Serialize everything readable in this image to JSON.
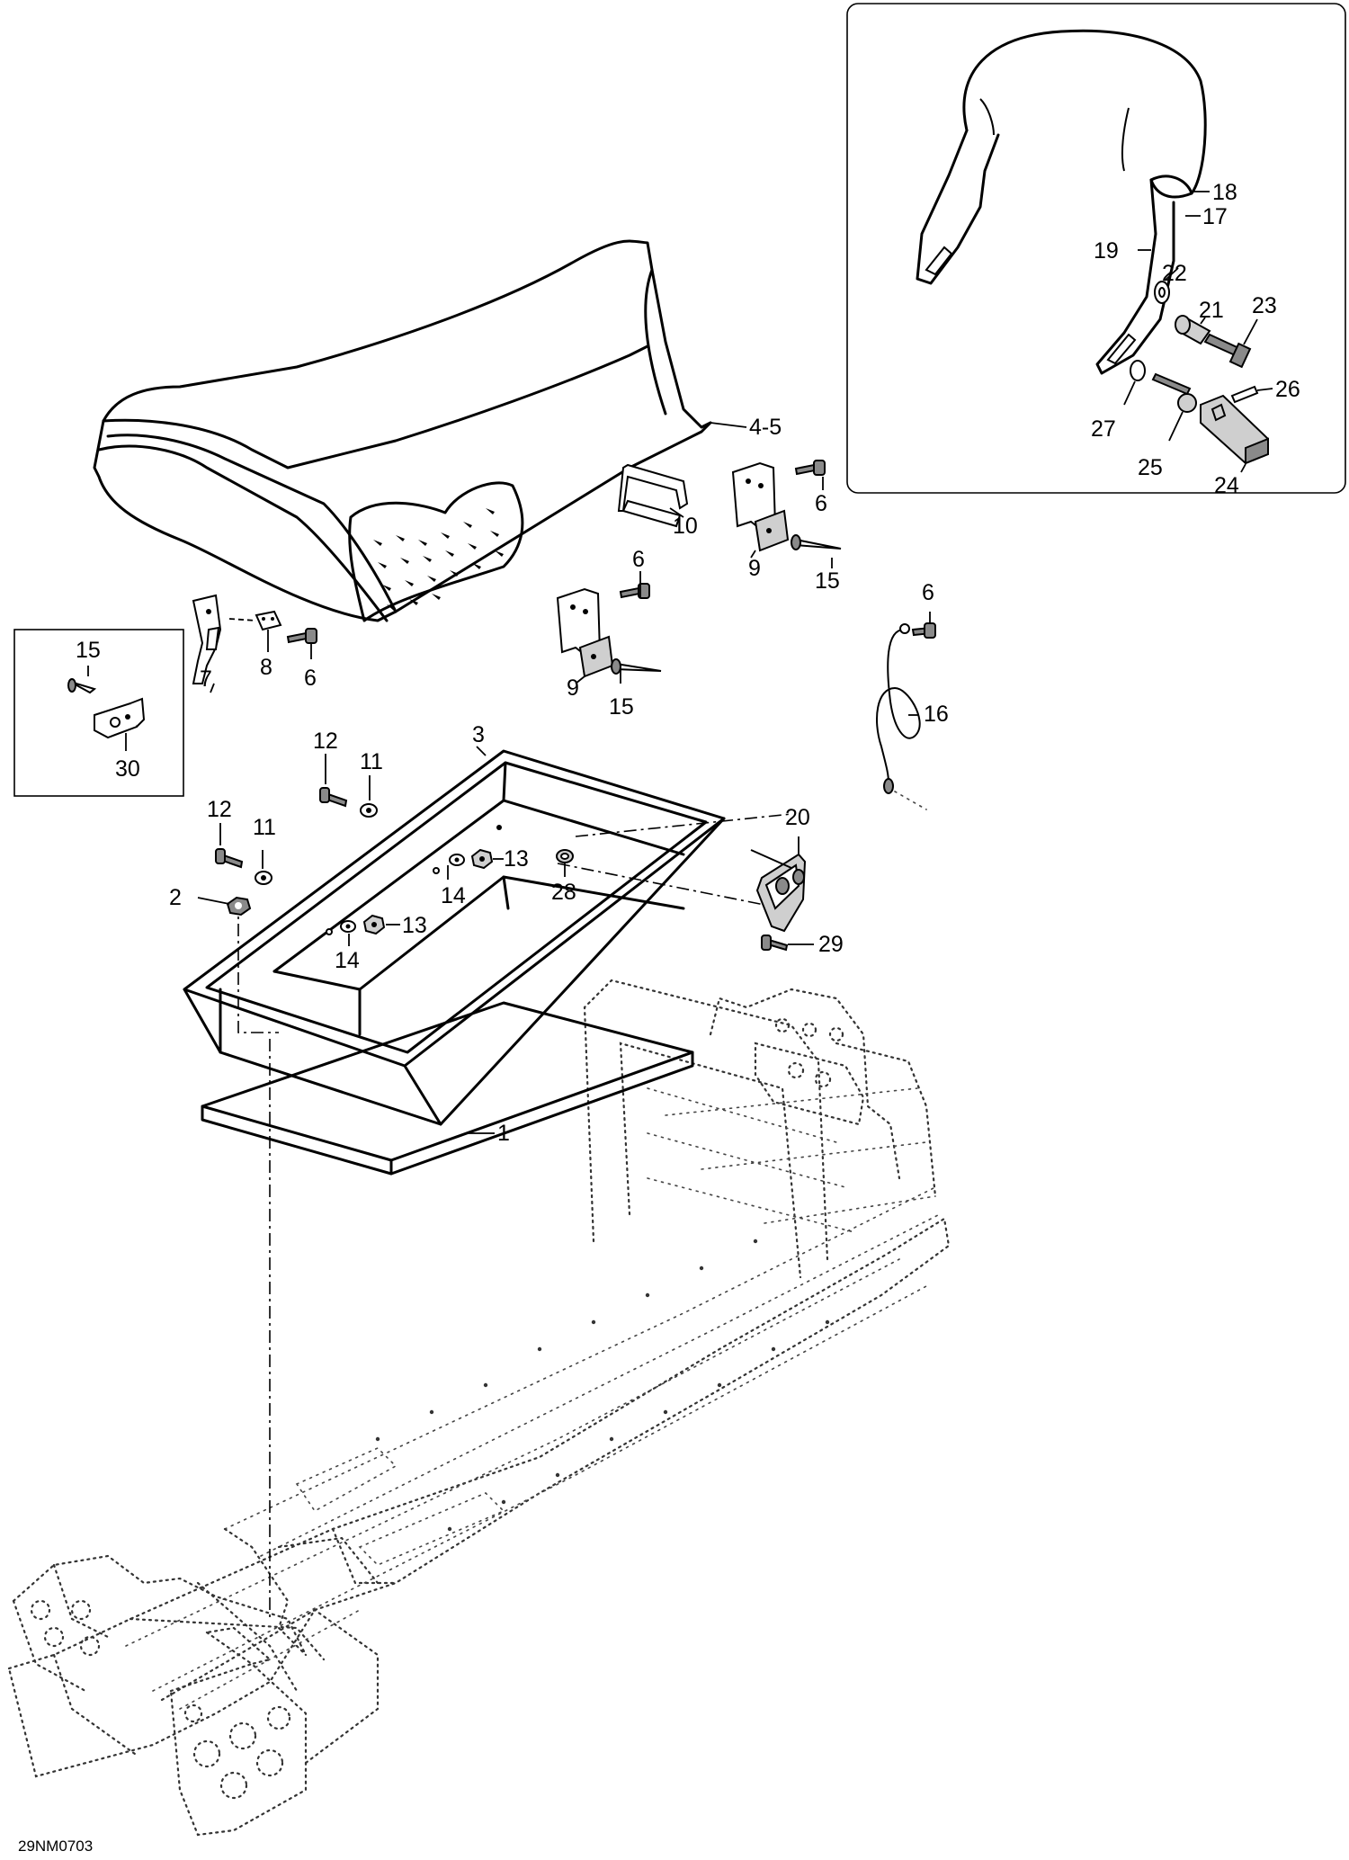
{
  "diagram_code": "29NM0703",
  "colors": {
    "line": "#000000",
    "background": "#ffffff",
    "part_fill_light": "#cfcfcf",
    "part_fill_dark": "#8a8a8a"
  },
  "labels": {
    "seat_cover": "4-5",
    "tool": "10",
    "hinge_right": "9",
    "hinge_left": "9",
    "screw_6_a": "6",
    "screw_6_b": "6",
    "screw_6_c": "6",
    "screw_6_d": "6",
    "rivet_15_a": "15",
    "rivet_15_b": "15",
    "rivet_15_inset": "15",
    "bracket_7": "7",
    "plate_8": "8",
    "tether_16": "16",
    "bracket_30": "30",
    "box_3": "3",
    "screw_12_a": "12",
    "screw_12_b": "12",
    "washer_11_a": "11",
    "washer_11_b": "11",
    "nut_2": "2",
    "nut_13_a": "13",
    "nut_13_b": "13",
    "washer_14_a": "14",
    "washer_14_b": "14",
    "spacer_28": "28",
    "bracket_20": "20",
    "screw_29": "29",
    "pad_1": "1",
    "clip_18": "18",
    "clip_17": "17",
    "backrest_19": "19",
    "washer_22": "22",
    "spacer_21": "21",
    "bolt_23": "23",
    "pin_26": "26",
    "washer_27": "27",
    "bolt_25": "25",
    "mount_24": "24"
  }
}
